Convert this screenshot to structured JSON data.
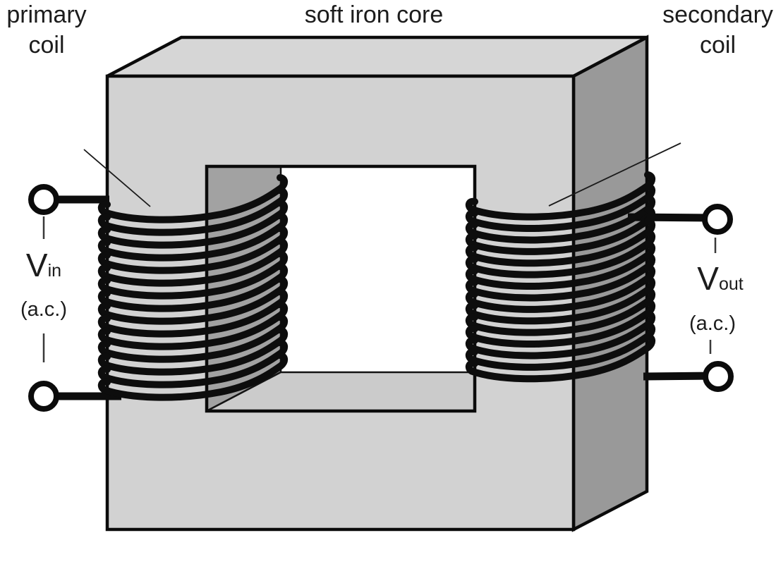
{
  "labels": {
    "core": "soft iron core",
    "primary": [
      "primary",
      "coil"
    ],
    "secondary": [
      "secondary",
      "coil"
    ],
    "vin": {
      "main": "V",
      "sub": "in",
      "ac": "(a.c.)"
    },
    "vout": {
      "main": "V",
      "sub": "out",
      "ac": "(a.c.)"
    }
  },
  "colors": {
    "core_front": "#d2d2d2",
    "core_top": "#d6d6d6",
    "core_right": "#999999",
    "window_wall": "#a2a2a2",
    "window_floor": "#cbcbcb",
    "window_hole": "#ffffff",
    "outline": "#0b0b0b",
    "wire": "#0d0d0d",
    "text": "#1c1c1c"
  },
  "coils": {
    "primary": {
      "turns": 15
    },
    "secondary": {
      "turns": 15
    }
  }
}
